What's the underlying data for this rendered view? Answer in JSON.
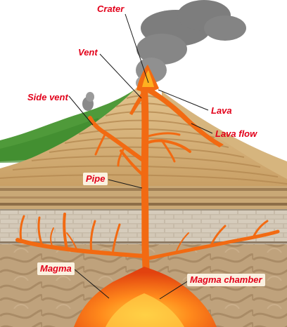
{
  "diagram": {
    "labels": {
      "crater": "Crater",
      "vent": "Vent",
      "side_vent": "Side vent",
      "lava": "Lava",
      "lava_flow": "Lava flow",
      "pipe": "Pipe",
      "magma": "Magma",
      "magma_chamber": "Magma chamber"
    },
    "colors": {
      "label_text": "#e2001a",
      "label_box": "#fbf1e0",
      "leader_line": "#1a1a1a",
      "lava": "#f26a12",
      "lava_bright": "#ffb020",
      "cone": "#d7b27a",
      "cone_stripe": "#b58a52",
      "grass": "#4f9a3a",
      "rock": "#bfb2a0",
      "earth": "#b79a76",
      "smoke": "#6f6f6f"
    }
  }
}
